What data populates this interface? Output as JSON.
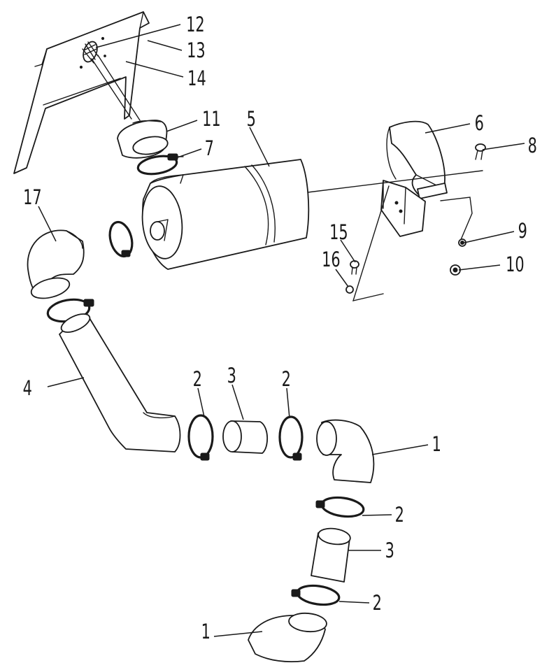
{
  "diagram": {
    "callouts": [
      {
        "id": "c12",
        "label": "12"
      },
      {
        "id": "c13",
        "label": "13"
      },
      {
        "id": "c14",
        "label": "14"
      },
      {
        "id": "c11",
        "label": "11"
      },
      {
        "id": "c7",
        "label": "7"
      },
      {
        "id": "c5",
        "label": "5"
      },
      {
        "id": "c6",
        "label": "6"
      },
      {
        "id": "c8",
        "label": "8"
      },
      {
        "id": "c17",
        "label": "17"
      },
      {
        "id": "c15",
        "label": "15"
      },
      {
        "id": "c16",
        "label": "16"
      },
      {
        "id": "c9",
        "label": "9"
      },
      {
        "id": "c10",
        "label": "10"
      },
      {
        "id": "c4",
        "label": "4"
      },
      {
        "id": "c2a",
        "label": "2"
      },
      {
        "id": "c3a",
        "label": "3"
      },
      {
        "id": "c2b",
        "label": "2"
      },
      {
        "id": "c1a",
        "label": "1"
      },
      {
        "id": "c2c",
        "label": "2"
      },
      {
        "id": "c3b",
        "label": "3"
      },
      {
        "id": "c2d",
        "label": "2"
      },
      {
        "id": "c1b",
        "label": "1"
      }
    ]
  }
}
